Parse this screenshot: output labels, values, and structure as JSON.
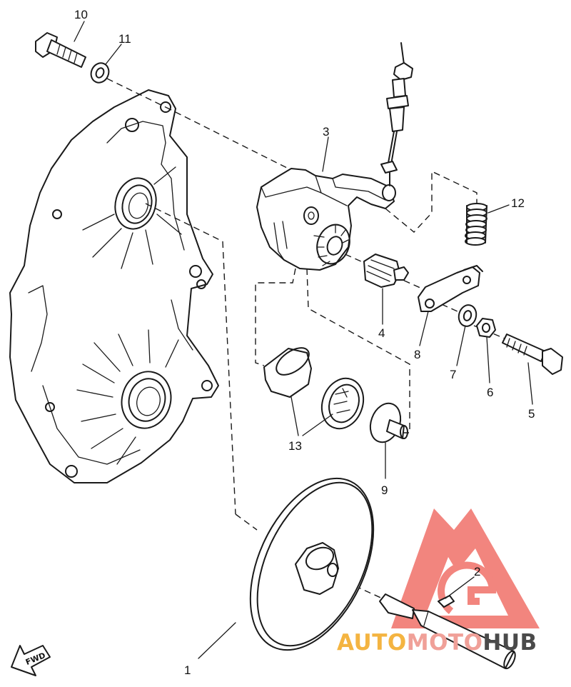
{
  "callouts": [
    "1",
    "2",
    "3",
    "4",
    "5",
    "6",
    "7",
    "8",
    "9",
    "10",
    "11",
    "12",
    "13"
  ],
  "direction_label": "FWD",
  "watermark": {
    "brand_part1": "AUTO",
    "brand_part2": "MOTO",
    "brand_part3": "HUB",
    "color_part1": "#f4b441",
    "color_part2": "#f0a098",
    "color_part3": "#4a4a4a",
    "logo_color": "#f07068"
  }
}
